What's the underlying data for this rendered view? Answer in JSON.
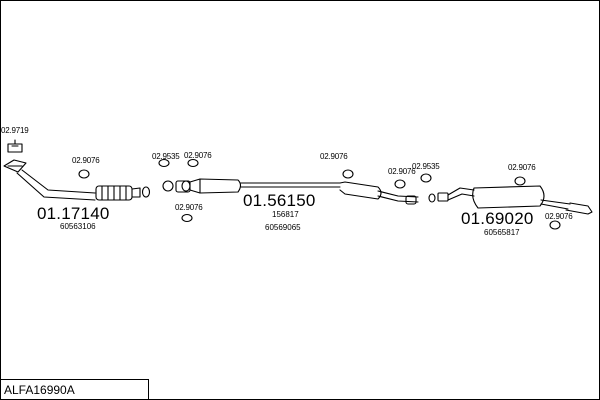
{
  "title": "ALFA16990A",
  "parts": {
    "bracket": "02.9719",
    "front_pipe": {
      "number": "01.17140",
      "sub1": "60563106"
    },
    "center_pipe": {
      "number": "01.56150",
      "sub1": "156817",
      "sub2": "60569065"
    },
    "rear_silencer": {
      "number": "01.69020",
      "sub1": "60565817"
    }
  },
  "clamps": {
    "c1": "02.9076",
    "c2": "02.9535",
    "c3": "02.9076",
    "c4": "02.9076",
    "c5": "02.9076",
    "c6": "02.9076",
    "c7": "02.9535",
    "c8": "02.9076",
    "c9": "02.9076"
  },
  "colors": {
    "line": "#000000",
    "background": "#ffffff"
  }
}
